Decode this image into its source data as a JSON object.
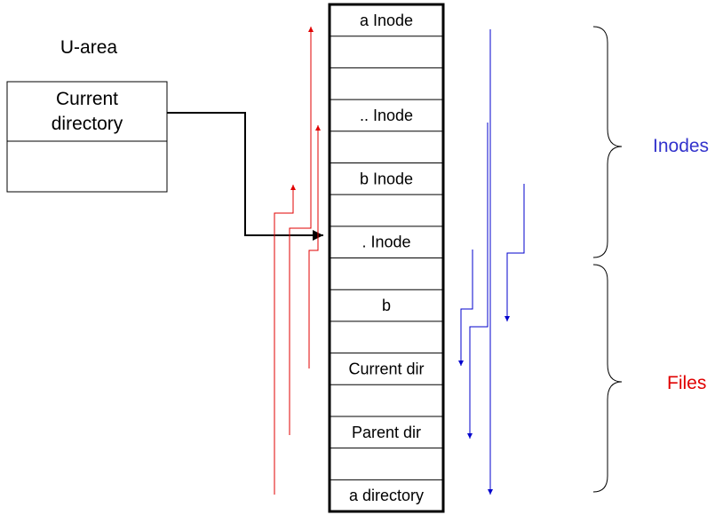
{
  "uarea": {
    "title": "U-area",
    "current_dir_line1": "Current",
    "current_dir_line2": "directory"
  },
  "table": {
    "cells": [
      "a Inode",
      "",
      "",
      ".. Inode",
      "",
      "b Inode",
      "",
      ". Inode",
      "",
      "b",
      "",
      "Current dir",
      "",
      "Parent dir",
      "",
      "a directory"
    ]
  },
  "braces": {
    "inodes_label": "Inodes",
    "files_label": "Files"
  },
  "colors": {
    "red": "#e00000",
    "blue": "#0000cc",
    "inodes_label": "#3333cc",
    "files_label": "#e00000",
    "black": "#000000"
  }
}
